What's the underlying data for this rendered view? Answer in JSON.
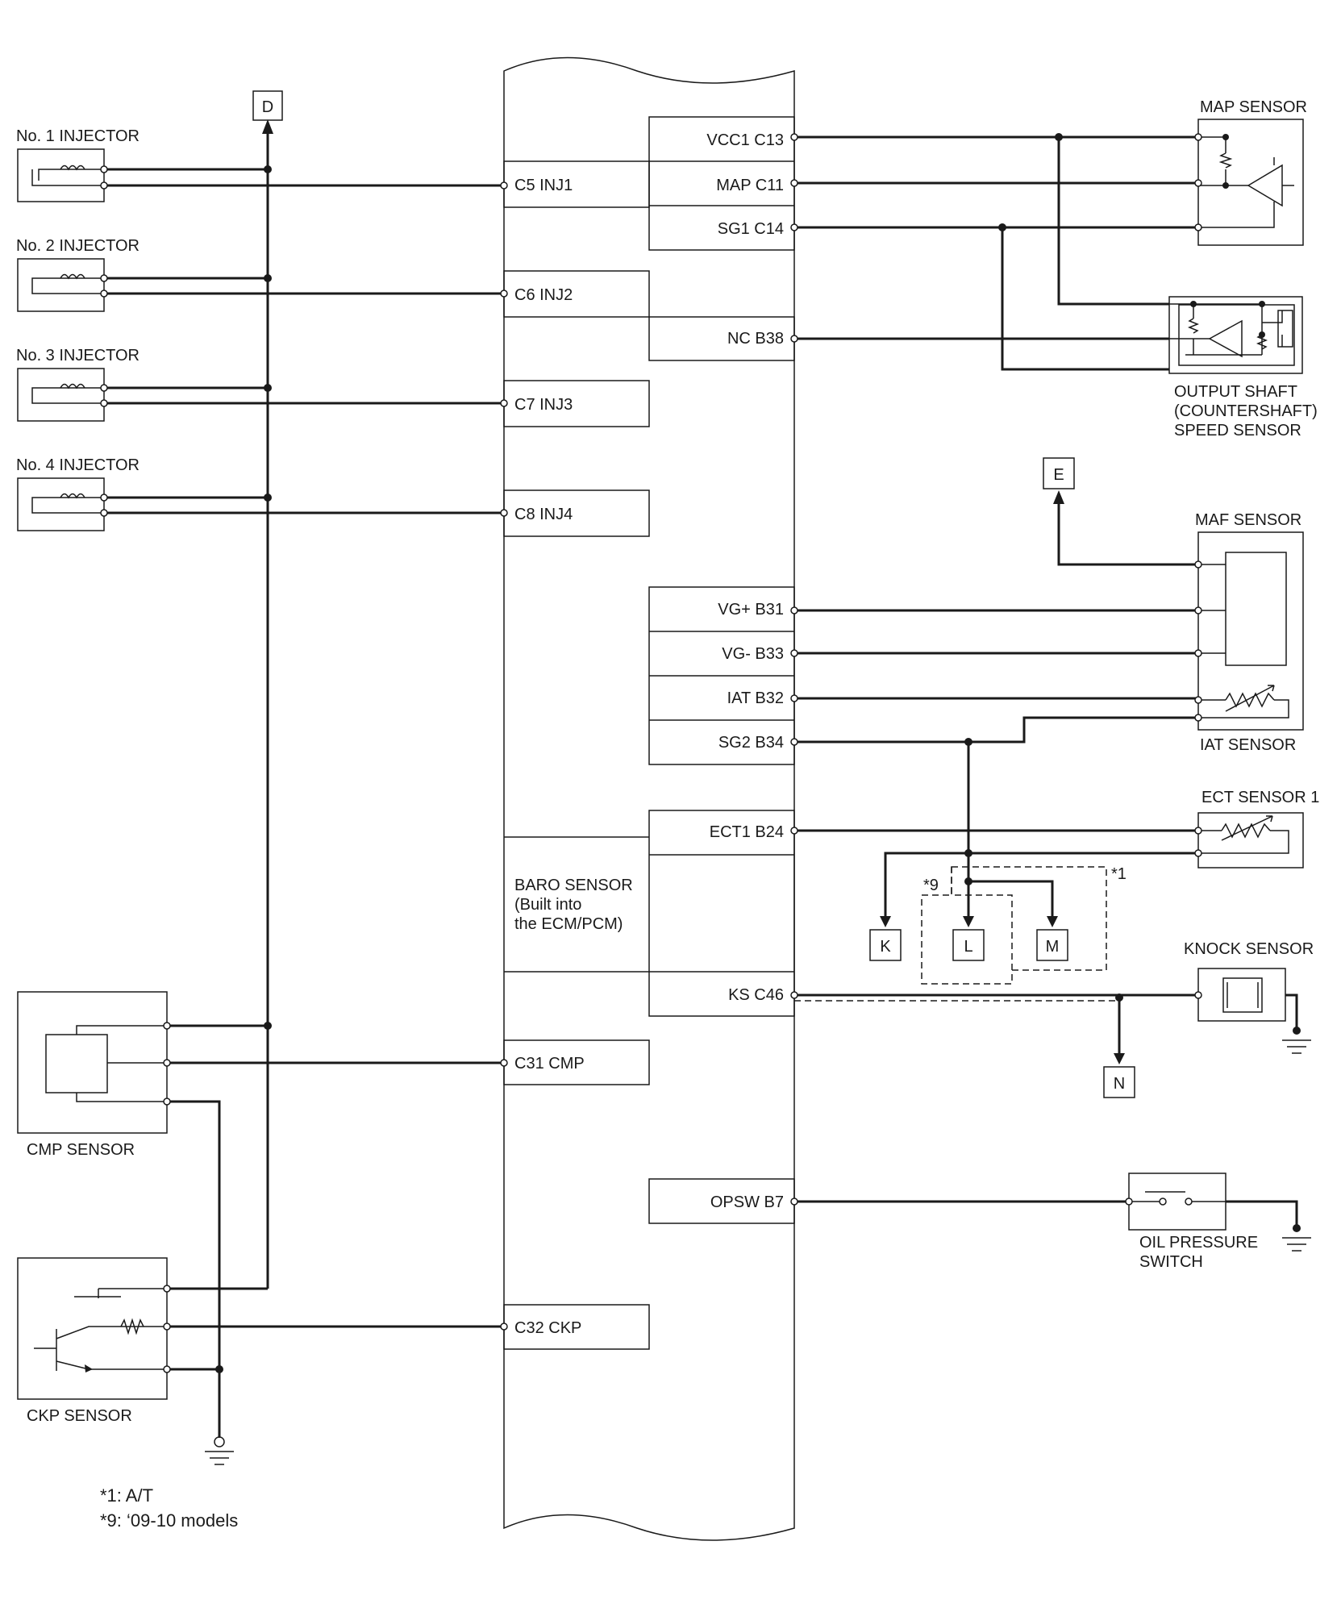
{
  "ecm": {
    "left_pins": [
      "C5 INJ1",
      "C6 INJ2",
      "C7 INJ3",
      "C8 INJ4",
      "C31 CMP",
      "C32 CKP"
    ],
    "right_pins": [
      "VCC1 C13",
      "MAP C11",
      "SG1 C14",
      "NC B38",
      "VG+ B31",
      "VG- B33",
      "IAT B32",
      "SG2 B34",
      "ECT1 B24",
      "KS C46",
      "OPSW B7"
    ],
    "baro": [
      "BARO SENSOR",
      "(Built into",
      "the ECM/PCM)"
    ]
  },
  "components": {
    "injector1": "No. 1 INJECTOR",
    "injector2": "No. 2 INJECTOR",
    "injector3": "No. 3 INJECTOR",
    "injector4": "No. 4 INJECTOR",
    "cmp": "CMP SENSOR",
    "ckp": "CKP SENSOR",
    "map": "MAP SENSOR",
    "output_shaft": [
      "OUTPUT SHAFT",
      "(COUNTERSHAFT)",
      "SPEED SENSOR"
    ],
    "maf": "MAF SENSOR",
    "iat": "IAT SENSOR",
    "ect": "ECT SENSOR 1",
    "knock": "KNOCK SENSOR",
    "oil": [
      "OIL PRESSURE",
      "SWITCH"
    ]
  },
  "connectors": {
    "D": "D",
    "E": "E",
    "K": "K",
    "L": "L",
    "M": "M",
    "N": "N"
  },
  "marks": {
    "m1": "*1",
    "m9": "*9"
  },
  "footnotes": [
    "*1: A/T",
    "*9: ‘09-10 models"
  ]
}
